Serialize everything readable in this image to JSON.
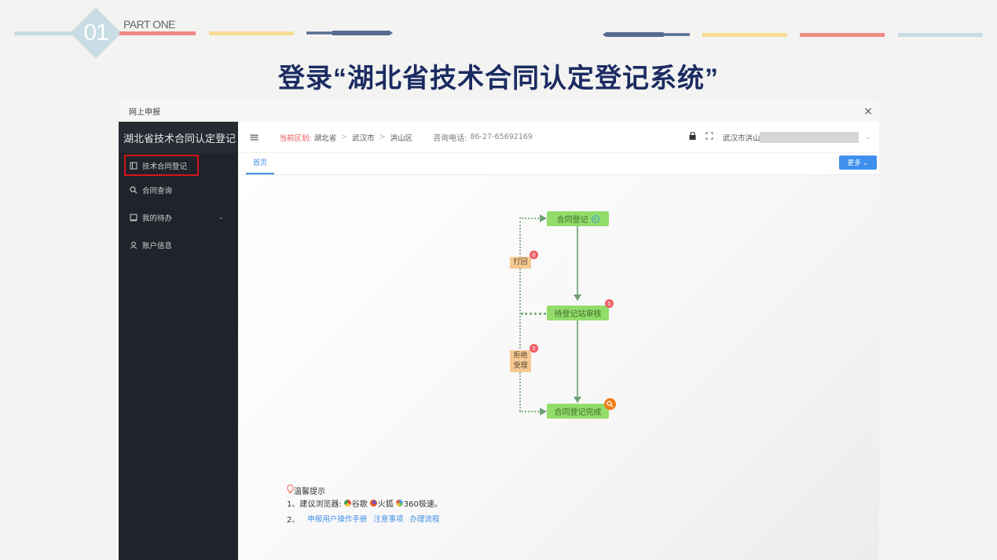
{
  "slide": {
    "section_number": "01",
    "section_label": "PART ONE",
    "title": "登录“湖北省技术合同认定登记系统”",
    "colors": {
      "light_blue": "#c8dce3",
      "red": "#ee8a84",
      "yellow": "#f8dc94",
      "navy": "#566a92",
      "title": "#1c2c62"
    }
  },
  "window": {
    "title": "网上申报",
    "close_icon": "×"
  },
  "sidebar": {
    "app_title": "湖北省技术合同认定登记",
    "items": [
      {
        "label": "技术合同登记",
        "icon": "book-icon",
        "highlighted": true
      },
      {
        "label": "合同查询",
        "icon": "search-icon"
      },
      {
        "label": "我的待办",
        "icon": "todo-icon",
        "has_submenu": true
      },
      {
        "label": "账户信息",
        "icon": "user-icon"
      }
    ]
  },
  "topbar": {
    "menu_icon": "≡",
    "region_label": "当前区划:",
    "breadcrumb": [
      "湖北省",
      "武汉市",
      "洪山区"
    ],
    "breadcrumb_sep": ">",
    "phone_label": "咨询电话:",
    "phone_number": "86-27-65692169",
    "user_name": "武汉市洪山",
    "user_chevron": "⌄"
  },
  "tabs": [
    {
      "label": "首页",
      "active": true
    }
  ],
  "more_button": {
    "label": "更多 ⌄"
  },
  "flow": {
    "nodes": [
      {
        "label": "合同登记"
      },
      {
        "label": "待登记站审核",
        "badge": "0"
      },
      {
        "label": "合同登记完成"
      }
    ],
    "returns": [
      {
        "label": "打回",
        "badge": "0"
      },
      {
        "label_line1": "拒绝",
        "label_line2": "受理",
        "badge": "0"
      }
    ]
  },
  "tips": {
    "heading": "温馨提示",
    "line1_prefix": "1、建议浏览器:",
    "browsers": [
      {
        "name": "谷歌",
        "color": "#e8a23a"
      },
      {
        "name": "火狐",
        "color": "#d94a2b"
      },
      {
        "name": "360极速。",
        "color": "#4fa3e0"
      }
    ],
    "line2_prefix": "2、",
    "links": [
      "申报用户操作手册",
      "注意事项",
      "办理流程"
    ]
  }
}
